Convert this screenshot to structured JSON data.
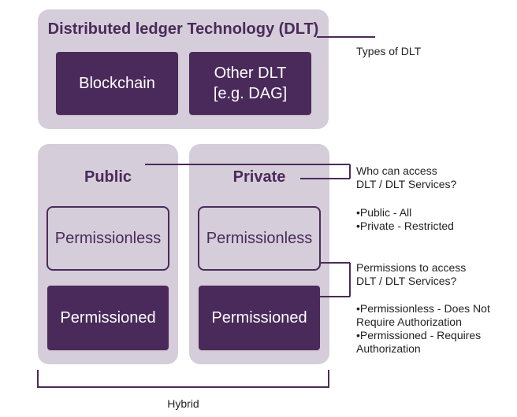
{
  "top_panel": {
    "title": "Distributed ledger Technology (DLT)",
    "items": [
      "Blockchain",
      "Other DLT\n[e.g. DAG]"
    ]
  },
  "public_panel": {
    "title": "Public",
    "permissionless": "Permissionless",
    "permissioned": "Permissioned"
  },
  "private_panel": {
    "title": "Private",
    "permissionless": "Permissionless",
    "permissioned": "Permissioned"
  },
  "annotations": {
    "types": "Types of DLT",
    "access_question": "Who can access\nDLT / DLT Services?",
    "access_answers": "•Public - All\n•Private - Restricted",
    "permission_question": "Permissions to access\nDLT / DLT Services?",
    "permission_answers": "•Permissionless - Does Not\nRequire Authorization\n•Permissioned - Requires\nAuthorization"
  },
  "bottom_label": "Hybrid",
  "colors": {
    "panel": "#d5cdd9",
    "dark_box": "#4a2a5a",
    "accent_text": "#4a2a5a"
  }
}
